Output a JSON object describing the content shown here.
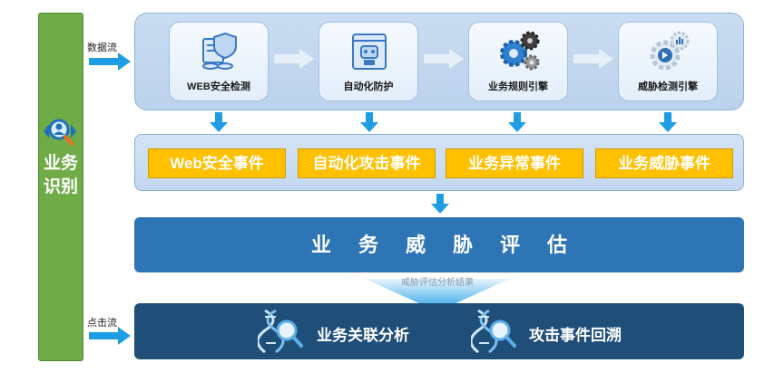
{
  "left_bar": {
    "title": "业务识别",
    "icon": "magnifier-user-icon"
  },
  "side_labels": {
    "data_flow": "数据流",
    "click_flow": "点击流"
  },
  "top_cards": [
    {
      "label": "WEB安全检测",
      "icon": "shield-server-icon"
    },
    {
      "label": "自动化防护",
      "icon": "robot-browser-icon"
    },
    {
      "label": "业务规则引擎",
      "icon": "gears-icon"
    },
    {
      "label": "威胁检测引擎",
      "icon": "gear-chart-icon"
    }
  ],
  "events": [
    "Web安全事件",
    "自动化攻击事件",
    "业务异常事件",
    "业务威胁事件"
  ],
  "assessment": {
    "title": "业务威胁评估"
  },
  "assessment_result_caption": "威胁评估分析结果",
  "bottom": [
    {
      "label": "业务关联分析",
      "icon": "dna-search-icon"
    },
    {
      "label": "攻击事件回溯",
      "icon": "dna-search-icon"
    }
  ],
  "colors": {
    "left_bar": "#6fac47",
    "event_box": "#ffc000",
    "assessment_bar": "#2e75b6",
    "bottom_bar": "#1f4e79",
    "arrow_blue": "#1e9de5"
  }
}
